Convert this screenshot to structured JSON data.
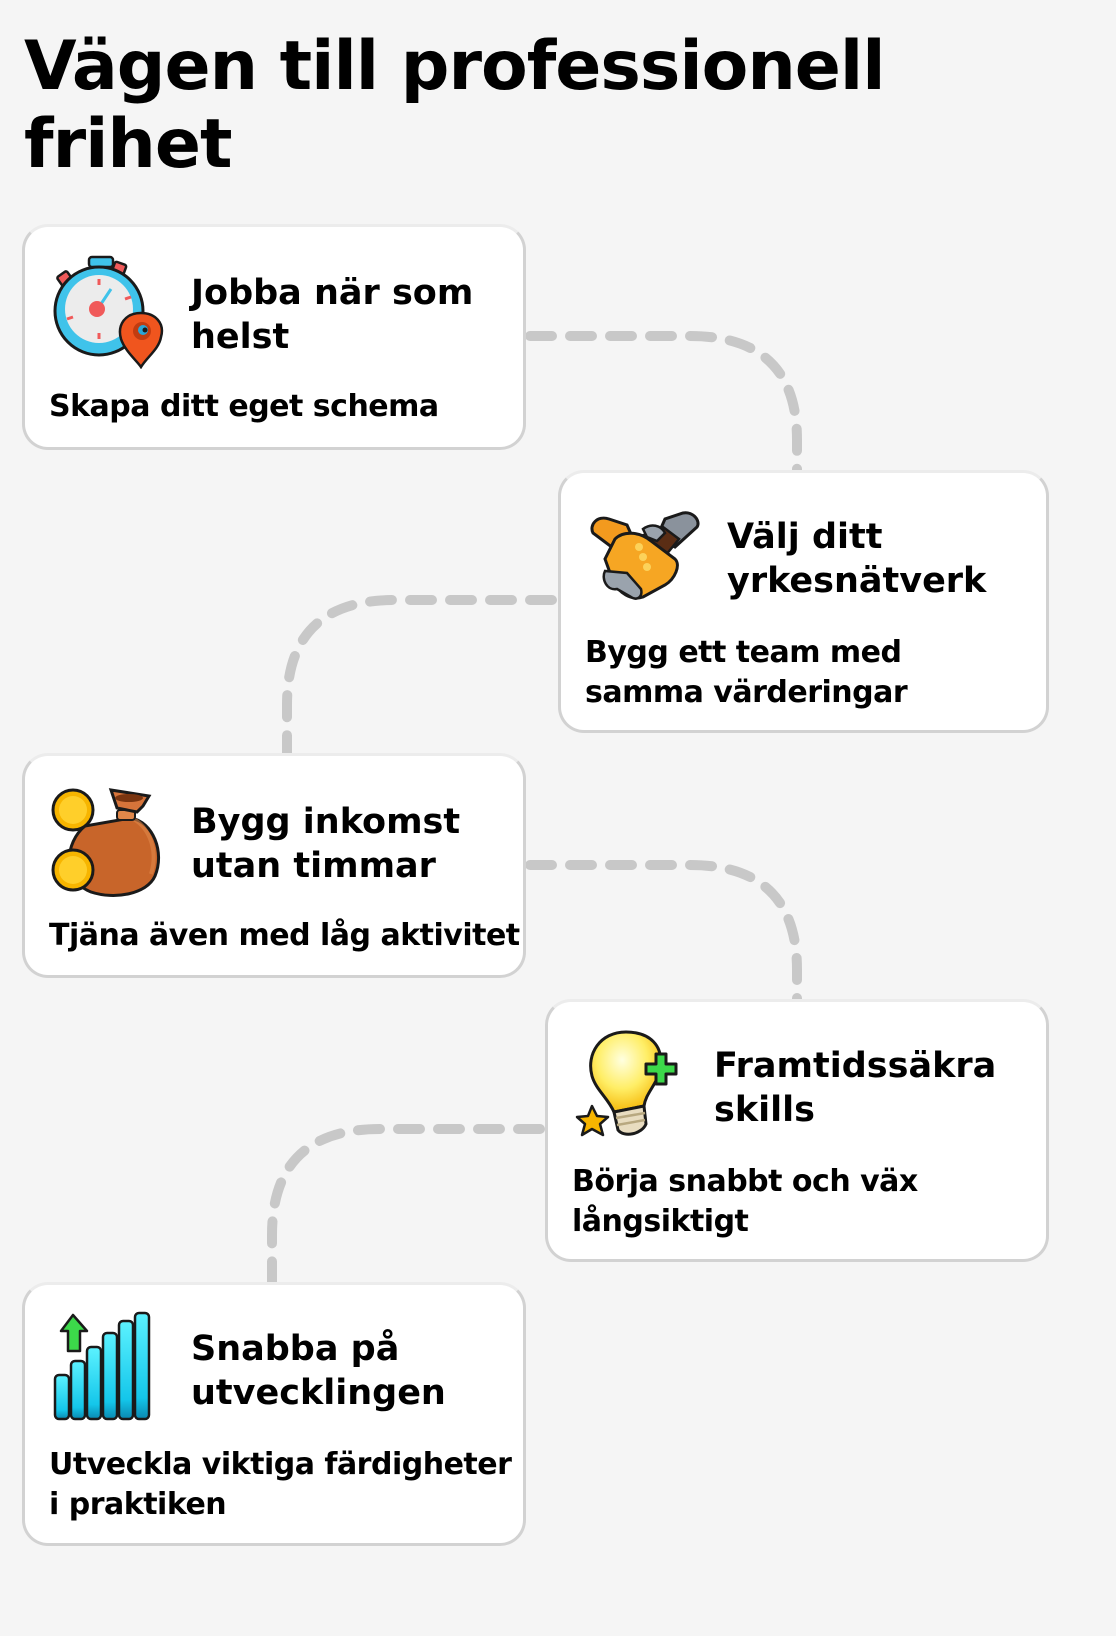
{
  "page": {
    "title": "Vägen till professionell frihet",
    "background_color": "#f5f5f5"
  },
  "connector": {
    "color": "#c8c8c8",
    "style": "dashed"
  },
  "steps": [
    {
      "title": "Jobba när som helst",
      "description": "Skapa ditt eget schema",
      "icon": "stopwatch-location-icon"
    },
    {
      "title": "Välj ditt yrkesnätverk",
      "description": "Bygg ett team med samma värderingar",
      "icon": "handshake-icon"
    },
    {
      "title": "Bygg inkomst utan timmar",
      "description": "Tjäna även med låg aktivitet",
      "icon": "money-bag-coins-icon"
    },
    {
      "title": "Framtidssäkra skills",
      "description": "Börja snabbt och väx långsiktigt",
      "icon": "lightbulb-plus-star-icon"
    },
    {
      "title": "Snabba på utvecklingen",
      "description": "Utveckla viktiga färdigheter i praktiken",
      "icon": "growth-bars-arrow-icon"
    }
  ]
}
